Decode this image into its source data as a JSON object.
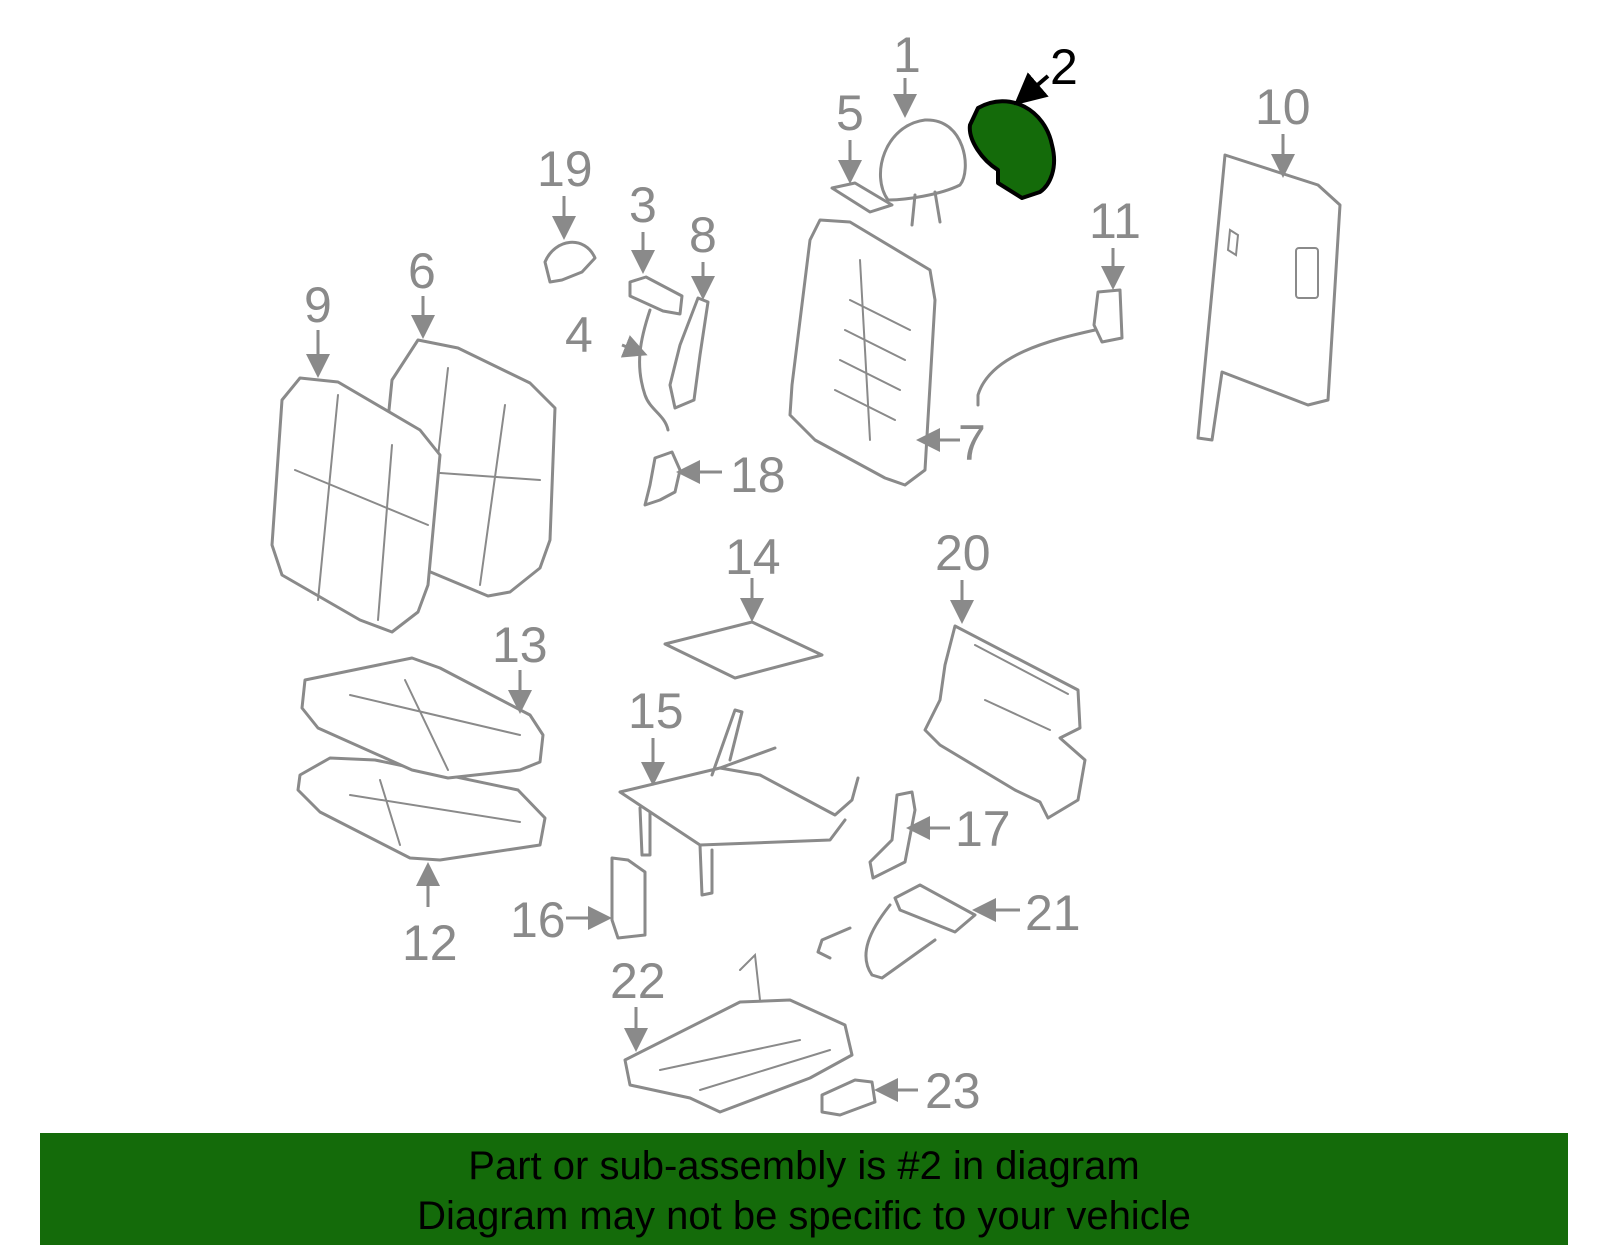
{
  "diagram": {
    "highlight_color": "#146b0a",
    "highlighted_part": "2",
    "callouts": {
      "c1": "1",
      "c2": "2",
      "c3": "3",
      "c4": "4",
      "c5": "5",
      "c6": "6",
      "c7": "7",
      "c8": "8",
      "c9": "9",
      "c10": "10",
      "c11": "11",
      "c12": "12",
      "c13": "13",
      "c14": "14",
      "c15": "15",
      "c16": "16",
      "c17": "17",
      "c18": "18",
      "c19": "19",
      "c20": "20",
      "c21": "21",
      "c22": "22",
      "c23": "23"
    }
  },
  "banner": {
    "line1": "Part or sub-assembly is #2 in diagram",
    "line2": "Diagram may not be specific to your vehicle"
  }
}
